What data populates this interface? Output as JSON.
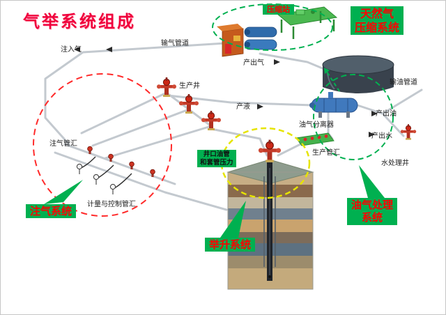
{
  "title": "气举系统组成",
  "system_labels": {
    "compression_station": "压缩站",
    "natural_gas_compression": "天然气\n压缩系统",
    "injection_system": "注气系统",
    "lifting_system": "举升系统",
    "oil_gas_processing": "油气处理\n系统",
    "wellhead_pressure": "井口油管\n和套管压力"
  },
  "component_labels": {
    "gas_pipeline": "输气管道",
    "injection_gas": "注入气",
    "produced_gas": "产出气",
    "production_well": "生产井",
    "produced_liquid": "产液",
    "oil_gas_separator": "油气分离器",
    "produced_oil": "产出油",
    "oil_pipeline": "输油管道",
    "produced_water": "产出水",
    "water_treatment_well": "水处理井",
    "gas_injection_manifold": "注气管汇",
    "metering_control_manifold": "计量与控制管汇",
    "production_manifold": "生产管汇"
  },
  "colors": {
    "title_red": "#f0003c",
    "label_bg_green": "#00b050",
    "label_text_red": "#fe0000",
    "ellipse_red": "#ff2a2a",
    "ellipse_green": "#00b050",
    "ellipse_yellow": "#e6e400",
    "arrow_green": "#00b050",
    "pipe_gray": "#c3c9cf"
  }
}
